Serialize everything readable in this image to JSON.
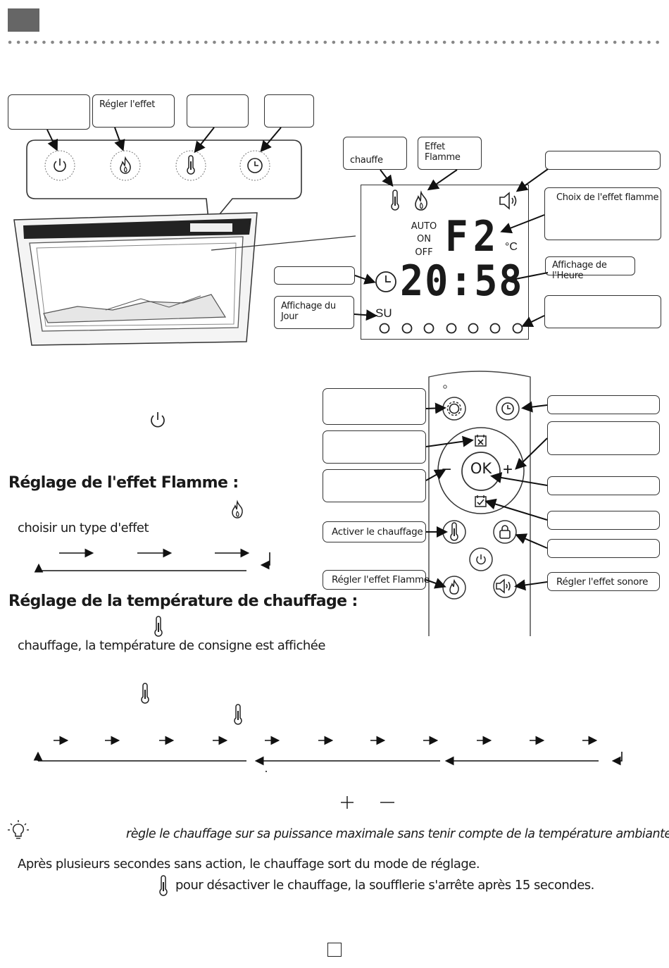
{
  "labels": {
    "control_boxes": [
      "",
      "Régler l'effet",
      "",
      ""
    ],
    "lcd_left_boxes": [
      "chauffe",
      "Effet Flamme",
      "",
      "Affichage du Jour"
    ],
    "lcd_right_boxes": [
      "",
      "Choix de l'effet flamme",
      "Affichage de l'Heure",
      ""
    ],
    "remote_left": [
      "",
      "",
      "",
      "Activer le chauffage",
      "Régler l'effet Flamme"
    ],
    "remote_right": [
      "",
      "",
      "",
      "",
      "",
      "Régler l'effet sonore"
    ]
  },
  "lcd": {
    "mode_lines": [
      "AUTO",
      "ON",
      "OFF"
    ],
    "code": "F2",
    "unit": "°C",
    "time": "20:58",
    "day": "SU"
  },
  "remote": {
    "ok_label": "OK",
    "minus": "−",
    "plus": "+"
  },
  "sections": {
    "flame_heading": "Réglage de l'effet Flamme :",
    "flame_text": "choisir un type d'effet",
    "temp_heading": "Réglage de la température de chauffage :",
    "temp_text": "chauffage, la température de consigne est affichée",
    "tip_text": "règle le chauffage sur sa puissance maximale sans tenir compte de la température ambiante.",
    "note_line1": "Après plusieurs secondes sans action, le chauffage sort du mode de réglage.",
    "note_line2": "pour désactiver le chauffage, la soufflerie s'arrête après 15 secondes."
  },
  "icons": [
    "power-icon",
    "flame-icon",
    "thermometer-icon",
    "clock-icon",
    "speaker-icon",
    "settings-icon",
    "lock-icon",
    "timer-off-icon",
    "timer-on-icon",
    "lightbulb-icon"
  ]
}
